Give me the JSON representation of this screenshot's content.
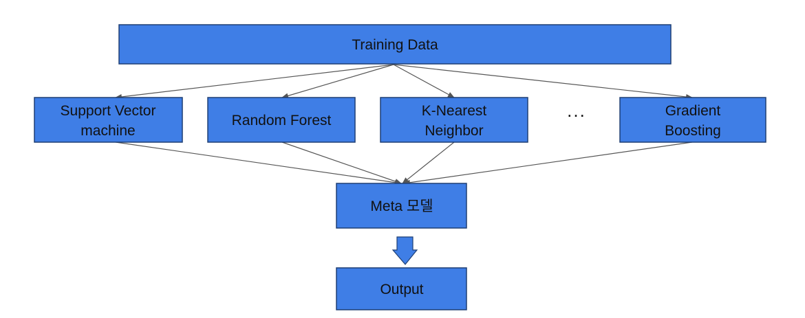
{
  "colors": {
    "box_fill": "#3f7ee6",
    "box_stroke": "#1f3f73",
    "arrow": "#555555",
    "block_arrow": "#3f7ee6"
  },
  "diagram": {
    "training_data": "Training Data",
    "models": [
      {
        "line1": "Support Vector",
        "line2": "machine"
      },
      {
        "line1": "Random Forest",
        "line2": ""
      },
      {
        "line1": "K-Nearest",
        "line2": "Neighbor"
      },
      {
        "line1": "Gradient",
        "line2": "Boosting"
      }
    ],
    "ellipsis": "...",
    "meta_model": "Meta 모델",
    "output": "Output"
  }
}
